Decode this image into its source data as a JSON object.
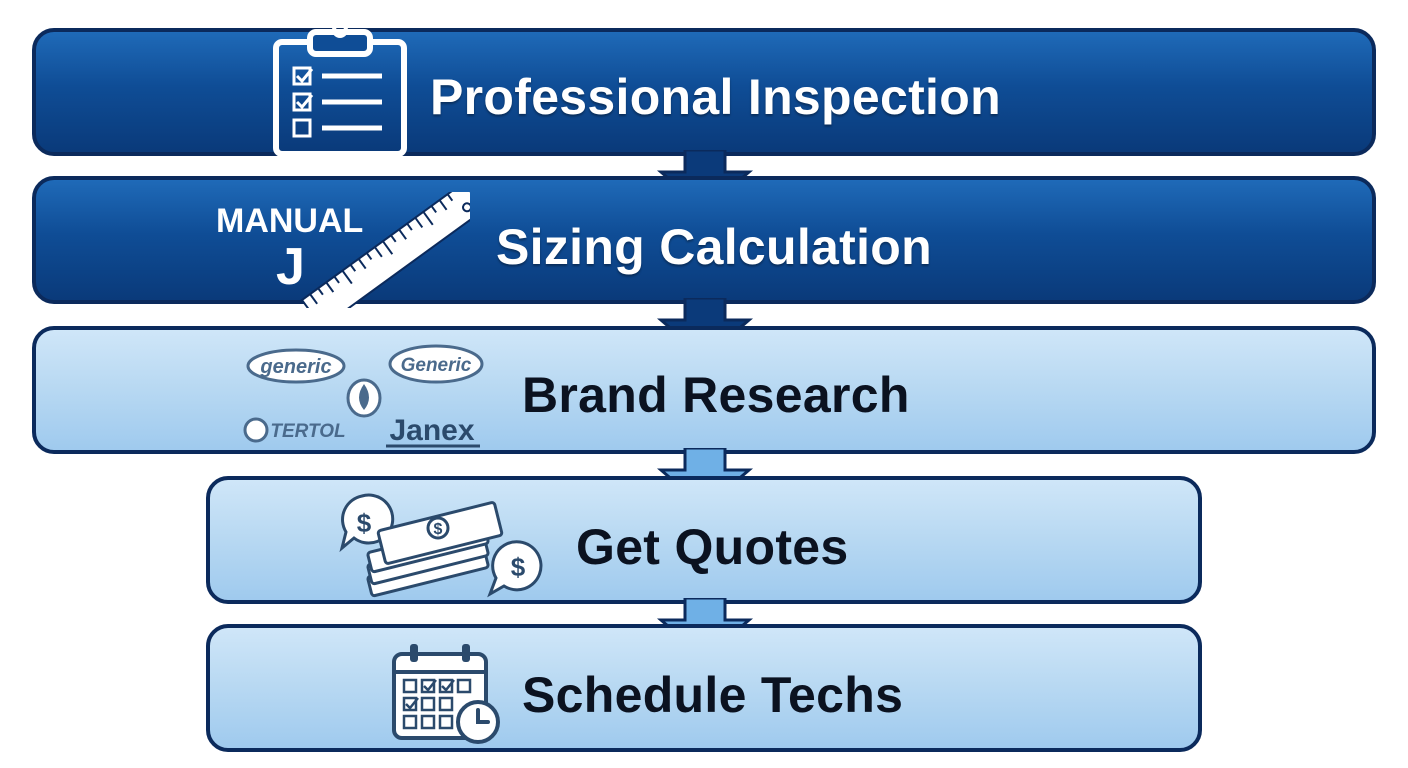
{
  "steps": [
    {
      "label": "Professional Inspection",
      "icon": "clipboard-checklist-icon",
      "theme": "dark"
    },
    {
      "label": "Sizing Calculation",
      "icon": "manual-j-ruler-icon",
      "theme": "dark",
      "icon_text": [
        "MANUAL",
        "J"
      ]
    },
    {
      "label": "Brand Research",
      "icon": "brand-logos-icon",
      "theme": "light",
      "brands": [
        "generic",
        "Generic",
        "TERTOL",
        "Janex"
      ]
    },
    {
      "label": "Get Quotes",
      "icon": "money-quotes-icon",
      "theme": "light"
    },
    {
      "label": "Schedule Techs",
      "icon": "calendar-clock-icon",
      "theme": "light"
    }
  ],
  "colors": {
    "dark_fill": "#0f4d96",
    "light_fill": "#b7d8f2",
    "border": "#0b2a5c",
    "arrow_dark": "#0b3a7a",
    "arrow_light": "#6fb0e6"
  }
}
